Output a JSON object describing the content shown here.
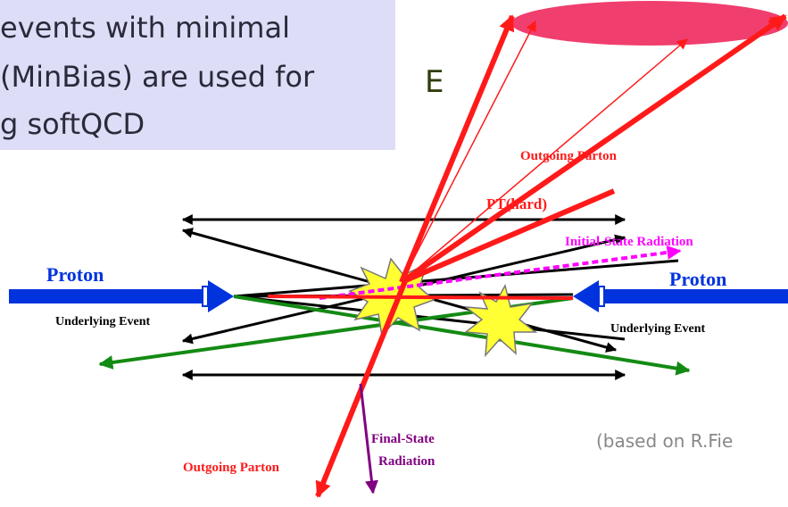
{
  "callout": {
    "lines": [
      "events with minimal",
      "(MinBias) are used for",
      "g softQCD"
    ]
  },
  "energy_label": "E",
  "labels": {
    "outgoing_parton_top": "Outgoing Parton",
    "pt_hard": "PT(hard)",
    "initial_state_radiation": "Initial-State Radiation",
    "proton_left": "Proton",
    "proton_right": "Proton",
    "underlying_event_left": "Underlying Event",
    "underlying_event_right": "Underlying Event",
    "final_state_radiation_1": "Final-State",
    "final_state_radiation_2": "Radiation",
    "outgoing_parton_bottom": "Outgoing Parton"
  },
  "source_note": "(based on R.Fie",
  "colors": {
    "hard_parton": "#ff1a1a",
    "proton_beam": "#0033dd",
    "initial_state_radiation": "#ff00ff",
    "green_tracks": "#138a13",
    "underlying_tracks": "#000000",
    "final_state_radiation": "#800080",
    "collision_burst": "#ffff33",
    "jet_cone": "#f03e6e",
    "callout_background": "#ddddf8"
  }
}
